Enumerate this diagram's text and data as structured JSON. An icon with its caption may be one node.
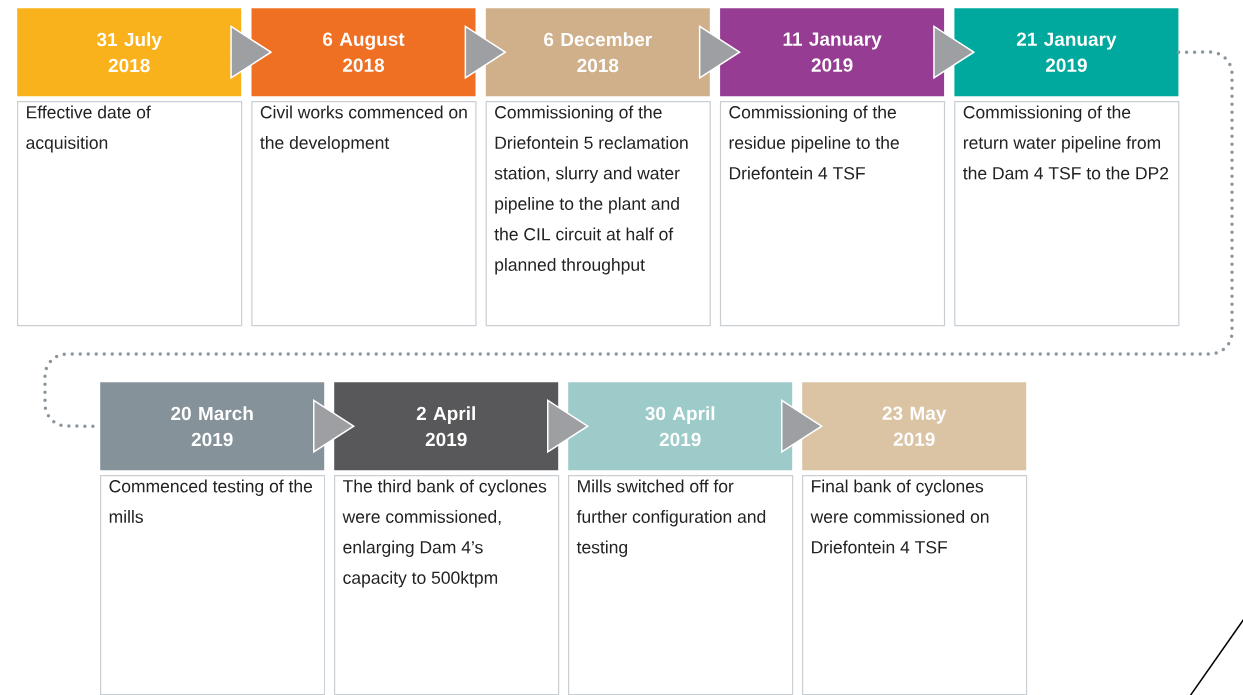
{
  "diagram": {
    "nodes": [
      {
        "text": [
          "31 July 2018"
        ]
      },
      {
        "text": [
          "Effective date of acquisition"
        ]
      },
      {
        "text": [
          "6 August 2018"
        ]
      },
      {
        "text": [
          "Civil works commenced on the development"
        ]
      },
      {
        "text": [
          "6 December 2018"
        ]
      },
      {
        "text": [
          "Commissioning of the Driefontein 5 reclamation station, slurry and water pipeline to the plant and the CIL circuit at half of planned throughput"
        ]
      },
      {
        "text": [
          "11 January 2019"
        ]
      },
      {
        "text": [
          "Commissioning of the residue pipeline to the Driefontein 4 TSF"
        ]
      },
      {
        "text": [
          "21 January 2019"
        ]
      },
      {
        "text": [
          "Commissioning of the return water pipeline from the Dam 4 TSF to the DP2"
        ]
      },
      {
        "text": [
          "20 March 2019"
        ]
      },
      {
        "text": [
          "Commenced testing of the mills"
        ]
      },
      {
        "text": [
          "2 April 2019"
        ]
      },
      {
        "text": [
          "The third bank of cyclones were commissioned, enlarging Dam 4’s capacity to 500ktpm"
        ]
      },
      {
        "text": [
          "30 April 2019"
        ]
      },
      {
        "text": [
          "Mills switched off for further configuration and testing"
        ]
      },
      {
        "text": [
          "23 May 2019"
        ]
      },
      {
        "text": [
          "Final bank of cyclones were commissioned on Driefontein 4 TSF"
        ]
      }
    ],
    "edges": [
      {
        "from": 0,
        "to": 2,
        "arrow": "to"
      },
      {
        "from": 2,
        "to": 4,
        "arrow": "to"
      },
      {
        "from": 4,
        "to": 6,
        "arrow": "to"
      },
      {
        "from": 6,
        "to": 8,
        "arrow": "to"
      },
      {
        "from": 8,
        "to": 10,
        "arrow": "none",
        "style": "dashed",
        "color": "#8a969d"
      },
      {
        "from": 10,
        "to": 12,
        "arrow": "to"
      },
      {
        "from": 12,
        "to": 14,
        "arrow": "to"
      },
      {
        "from": 14,
        "to": 16,
        "arrow": "to"
      }
    ]
  }
}
